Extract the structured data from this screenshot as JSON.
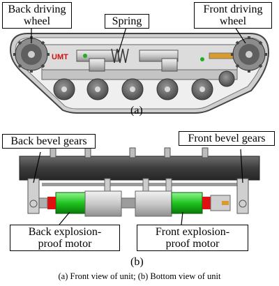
{
  "panel_a": {
    "label": "(a)",
    "callouts": {
      "back_driving_wheel": "Back driving\nwheel",
      "spring": "Spring",
      "front_driving_wheel": "Front driving\nwheel"
    },
    "umt_text": "UMT"
  },
  "panel_b": {
    "label": "(b)",
    "callouts": {
      "back_bevel_gears": "Back bevel gears",
      "front_bevel_gears": "Front bevel gears",
      "back_motor": "Back explosion-\nproof motor",
      "front_motor": "Front explosion-\nproof motor"
    }
  },
  "caption": "(a) Front view of unit; (b) Bottom view of unit"
}
